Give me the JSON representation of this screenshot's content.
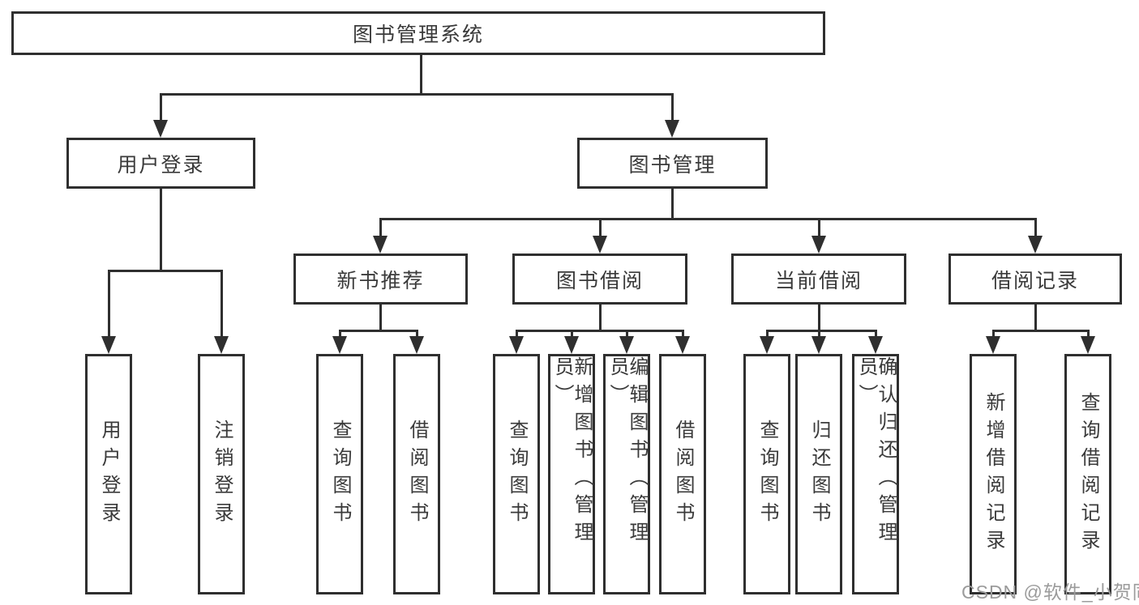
{
  "tree": {
    "root": "图书管理系统",
    "branches": [
      {
        "label": "用户登录",
        "leaves": [
          "用户登录",
          "注销登录"
        ]
      },
      {
        "label": "图书管理",
        "sections": [
          {
            "label": "新书推荐",
            "leaves": [
              "查询图书",
              "借阅图书"
            ]
          },
          {
            "label": "图书借阅",
            "leaves": [
              "查询图书",
              "新增图书（管理员）",
              "编辑图书（管理员）",
              "借阅图书"
            ]
          },
          {
            "label": "当前借阅",
            "leaves": [
              "查询图书",
              "归还图书",
              "确认归还（管理员）"
            ]
          },
          {
            "label": "借阅记录",
            "leaves": [
              "新增借阅记录",
              "查询借阅记录"
            ]
          }
        ]
      }
    ]
  },
  "watermark": "CSDN @软件_小贺同学",
  "colors": {
    "line": "#2f2f2f",
    "text": "#3a3a3a",
    "watermark": "#9b9b9b",
    "background": "#ffffff"
  }
}
